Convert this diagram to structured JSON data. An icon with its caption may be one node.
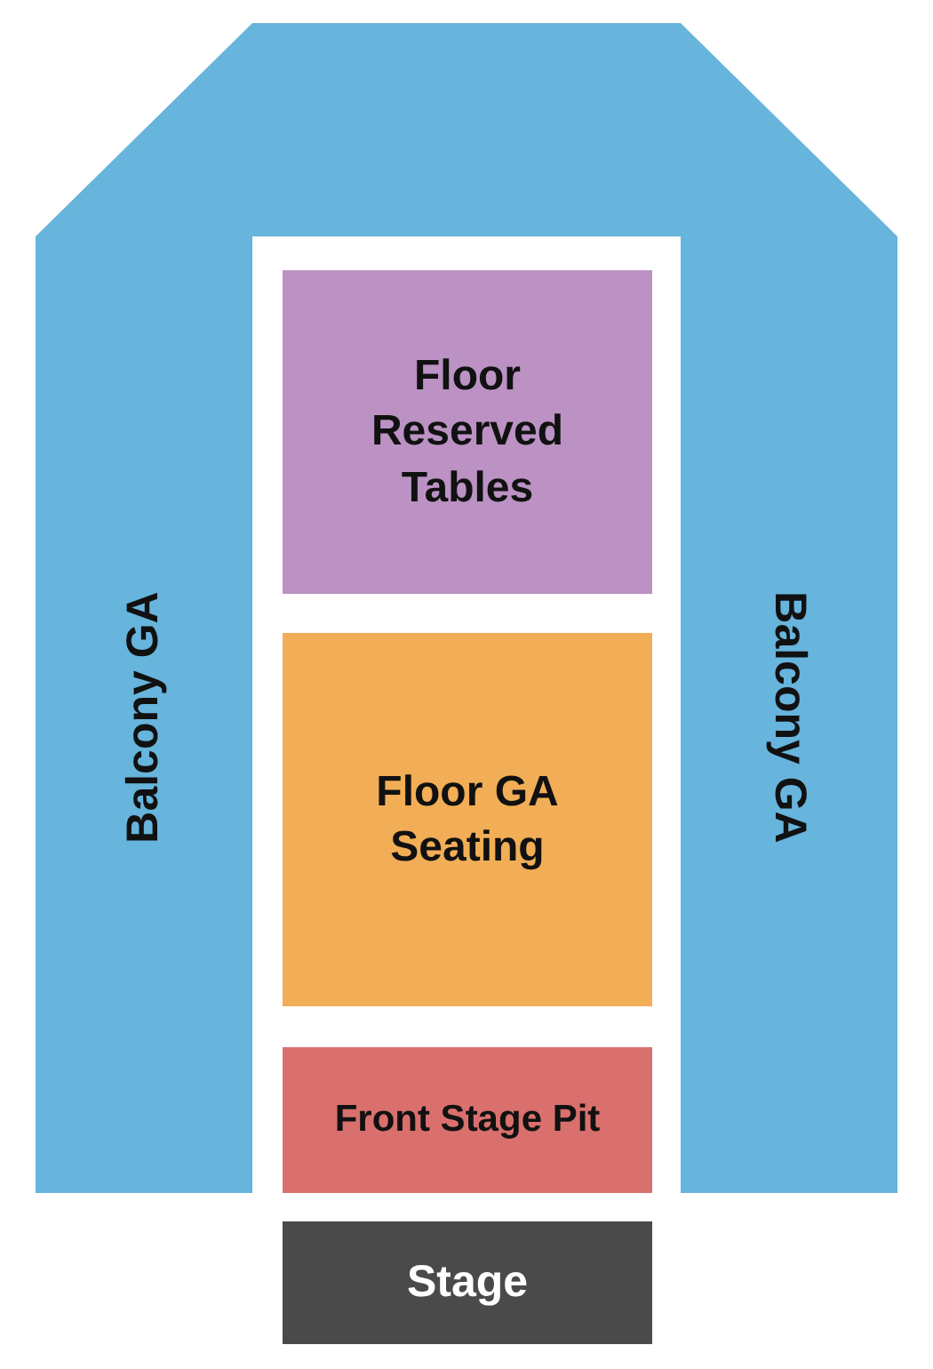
{
  "diagram": {
    "nodes": [
      {
        "text": [
          "Balcony GA",
          "Balcony GA"
        ]
      },
      {
        "text": [
          "Floor Reserved Tables"
        ]
      },
      {
        "text": [
          "Floor GA Seating"
        ]
      },
      {
        "text": [
          "Front Stage Pit"
        ]
      },
      {
        "text": [
          "Stage"
        ]
      }
    ],
    "edges": []
  }
}
